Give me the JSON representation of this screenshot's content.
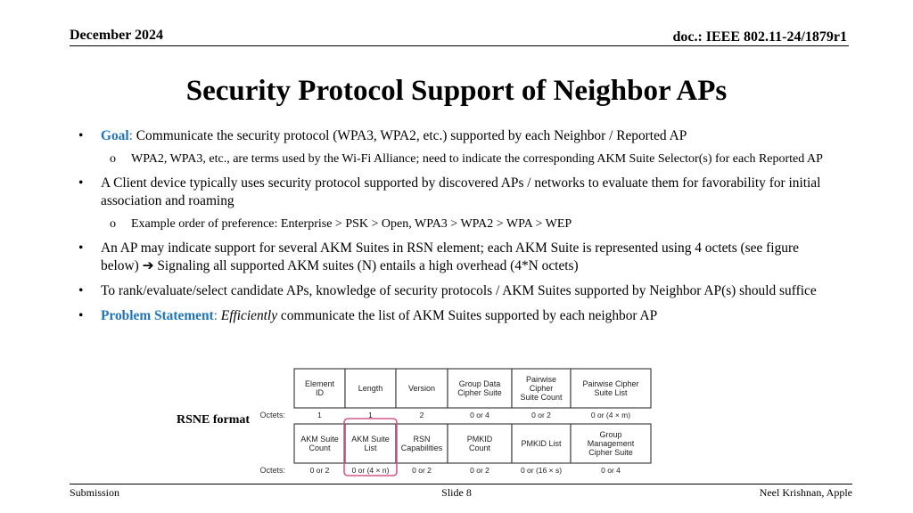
{
  "header": {
    "date": "December 2024",
    "doc": "doc.: IEEE 802.11-24/1879r1"
  },
  "title": "Security Protocol Support of Neighbor APs",
  "bullets": {
    "b1": {
      "lead": "Goal",
      "sep": ": ",
      "text": "Communicate the security protocol (WPA3, WPA2, etc.) supported by each Neighbor / Reported AP"
    },
    "b1_1": "WPA2, WPA3, etc., are terms used by the Wi-Fi Alliance; need to indicate the corresponding AKM Suite Selector(s) for each Reported AP",
    "b2": "A Client device typically uses security protocol supported by discovered APs / networks to evaluate them for favorability for initial association and roaming",
    "b2_1": "Example order of preference: Enterprise > PSK > Open, WPA3 > WPA2 > WPA > WEP",
    "b3_pre": "An AP may indicate support for several AKM Suites in RSN element; each AKM Suite is represented using 4 octets (see figure below) ",
    "b3_arrow": "➔",
    "b3_post": " Signaling all supported AKM suites (N) entails a high overhead (4*N octets)",
    "b4": "To rank/evaluate/select candidate APs, knowledge of security protocols / AKM Suites supported by Neighbor AP(s) should suffice",
    "b5": {
      "lead": "Problem Statement",
      "sep": ": ",
      "em": "Efficiently",
      "text": " communicate the list of AKM Suites supported by each neighbor AP"
    }
  },
  "bullet_marker": "•",
  "sub_marker": "o",
  "figure": {
    "label": "RSNE format",
    "octets_label": "Octets:",
    "row1": [
      {
        "lines": [
          "Element",
          "ID"
        ],
        "octets": "1"
      },
      {
        "lines": [
          "Length"
        ],
        "octets": "1"
      },
      {
        "lines": [
          "Version"
        ],
        "octets": "2"
      },
      {
        "lines": [
          "Group Data",
          "Cipher Suite"
        ],
        "octets": "0 or 4"
      },
      {
        "lines": [
          "Pairwise",
          "Cipher",
          "Suite Count"
        ],
        "octets": "0 or 2"
      },
      {
        "lines": [
          "Pairwise Cipher",
          "Suite List"
        ],
        "octets": "0 or (4 × m)"
      }
    ],
    "row2": [
      {
        "lines": [
          "AKM Suite",
          "Count"
        ],
        "octets": "0 or 2"
      },
      {
        "lines": [
          "AKM Suite",
          "List"
        ],
        "octets": "0 or (4 × n)"
      },
      {
        "lines": [
          "RSN",
          "Capabilities"
        ],
        "octets": "0 or 2"
      },
      {
        "lines": [
          "PMKID",
          "Count"
        ],
        "octets": "0 or 2"
      },
      {
        "lines": [
          "PMKID List"
        ],
        "octets": "0 or (16 × s)"
      },
      {
        "lines": [
          "Group",
          "Management",
          "Cipher Suite"
        ],
        "octets": "0 or 4"
      }
    ],
    "highlight_color": "#d6588a"
  },
  "footer": {
    "left": "Submission",
    "center": "Slide 8",
    "right": "Neel Krishnan, Apple"
  }
}
